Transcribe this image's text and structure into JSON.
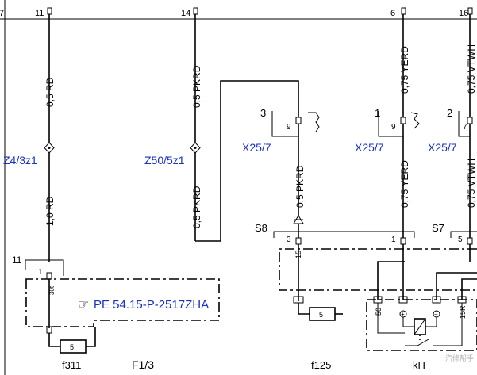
{
  "top_ruler": {
    "col_7": "7",
    "col_11": "11",
    "col_14": "14",
    "col_6": "6",
    "col_16": "16"
  },
  "wires": {
    "w1_a": "0,5 RD",
    "w1_b": "1,0 RD",
    "w2_a": "0,5 PKRD",
    "w2_b": "0,5 PKRD",
    "w3": "0,5 PKRD",
    "w4_a": "0,75 YERD",
    "w4_b": "0,75 YERD",
    "w5_a": "0,75 VTWH",
    "w5_b": "0,75 VTWH"
  },
  "connectors": {
    "z4": "Z4/3z1",
    "z50": "Z50/5z1",
    "x25_a": "X25/7",
    "x25_b": "X25/7",
    "x25_c": "X25/7"
  },
  "connector_pins": {
    "p3": "3",
    "p1": "1",
    "p2": "2",
    "p9a": "9",
    "p9b": "9",
    "p7": "7"
  },
  "splice_labels": {
    "s8": "S8",
    "s7": "S7"
  },
  "pins": {
    "k11": "11",
    "k1": "1",
    "k30t": "30t",
    "s8_3": "3",
    "s8_1": "1",
    "s7_5": "5",
    "p15": "15",
    "p50": "50",
    "p15r": "15R",
    "plus": "+",
    "minus": "−"
  },
  "fuses": {
    "f311_val": "5",
    "f125_val": "5"
  },
  "pe_ref": "PE 54.15-P-2517ZHA",
  "bottom": {
    "f311": "f311",
    "f13": "F1/3",
    "f125": "f125",
    "kh": "kH"
  },
  "watermark": "汽修帮手",
  "colors": {
    "wire": "#000000",
    "reference": "#1a2fc8"
  }
}
